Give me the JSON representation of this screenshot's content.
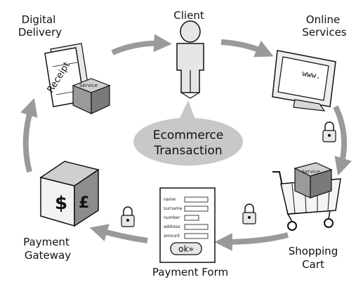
{
  "nodes": {
    "client": "Client",
    "online_services": [
      "Online",
      "Services"
    ],
    "shopping_cart": [
      "Shopping",
      "Cart"
    ],
    "payment_form": "Payment Form",
    "payment_gateway": [
      "Payment",
      "Gateway"
    ],
    "digital_delivery": [
      "Digital",
      "Delivery"
    ]
  },
  "center": [
    "Ecommerce",
    "Transaction"
  ],
  "icons": {
    "receipt": "Receipt",
    "service_box": "Service",
    "monitor_text": "www.",
    "cart_box": "Service",
    "dollar": "$",
    "pound": "£",
    "form_fields": [
      "name",
      "surname",
      "number",
      "address",
      "amount"
    ],
    "ok_button": "ok»"
  }
}
